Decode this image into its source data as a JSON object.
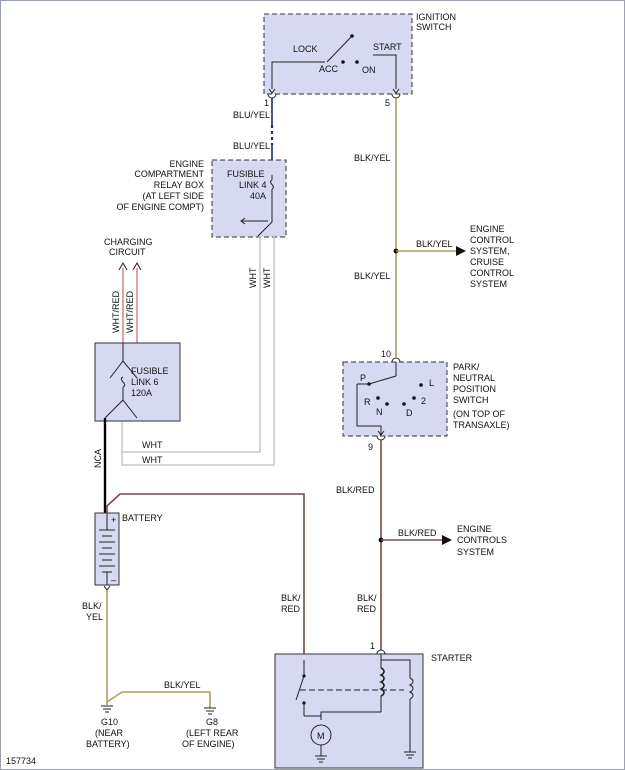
{
  "figure_id": "157734",
  "ignition_switch": {
    "title_1": "IGNITION",
    "title_2": "SWITCH",
    "pos_lock": "LOCK",
    "pos_start": "START",
    "pos_acc": "ACC",
    "pos_on": "ON",
    "pin_left": "1",
    "pin_right": "5"
  },
  "relay_box": {
    "label_1": "ENGINE",
    "label_2": "COMPARTMENT",
    "label_3": "RELAY BOX",
    "label_4": "(AT LEFT SIDE",
    "label_5": "OF ENGINE COMPT)",
    "fuse_1": "FUSIBLE",
    "fuse_2": "LINK 4",
    "fuse_3": "40A"
  },
  "charging": {
    "label_1": "CHARGING",
    "label_2": "CIRCUIT"
  },
  "fusible_link_6": {
    "line_1": "FUSIBLE",
    "line_2": "LINK 6",
    "line_3": "120A"
  },
  "battery": {
    "label": "BATTERY",
    "plus": "+",
    "minus": "–"
  },
  "park_neutral": {
    "label_1": "PARK/",
    "label_2": "NEUTRAL",
    "label_3": "POSITION",
    "label_4": "SWITCH",
    "label_5": "(ON TOP OF",
    "label_6": "TRANSAXLE)",
    "pos_p": "P",
    "pos_r": "R",
    "pos_n": "N",
    "pos_d": "D",
    "pos_2": "2",
    "pos_l": "L",
    "pin_top": "10",
    "pin_bottom": "9"
  },
  "engine_control_1": {
    "line_1": "ENGINE",
    "line_2": "CONTROL",
    "line_3": "SYSTEM,",
    "line_4": "CRUISE",
    "line_5": "CONTROL",
    "line_6": "SYSTEM"
  },
  "engine_control_2": {
    "line_1": "ENGINE",
    "line_2": "CONTROLS",
    "line_3": "SYSTEM"
  },
  "starter": {
    "label": "STARTER",
    "pin": "1",
    "motor": "M"
  },
  "grounds": {
    "g10_name": "G10",
    "g10_loc_1": "(NEAR",
    "g10_loc_2": "BATTERY)",
    "g8_name": "G8",
    "g8_loc_1": "(LEFT REAR",
    "g8_loc_2": "OF ENGINE)"
  },
  "wires": {
    "blu_yel_1": "BLU/YEL",
    "blu_yel_2": "BLU/YEL",
    "blk_yel_1": "BLK/YEL",
    "blk_yel_2": "BLK/YEL",
    "blk_yel_3": "BLK/YEL",
    "blk_yel_batt_1": "BLK/",
    "blk_yel_batt_2": "YEL",
    "blk_yel_ground": "BLK/YEL",
    "wht_1": "WHT",
    "wht_2": "WHT",
    "wht_3": "WHT",
    "wht_4": "WHT",
    "wht_red_1": "WHT/RED",
    "wht_red_2": "WHT/RED",
    "nca": "NCA",
    "blk_red_1": "BLK/RED",
    "blk_red_2": "BLK/RED",
    "blk_red_3a": "BLK/",
    "blk_red_3b": "RED",
    "blk_red_4a": "BLK/",
    "blk_red_4b": "RED"
  },
  "colors": {
    "blk_yel": "#a8a060",
    "blu_yel": "#1b2a8c",
    "wht": "#c9c9c9",
    "wht_red": "#d98a8a",
    "blk_red": "#7a4848",
    "nca": "#000000",
    "component_fill": "#d7d9f3"
  }
}
